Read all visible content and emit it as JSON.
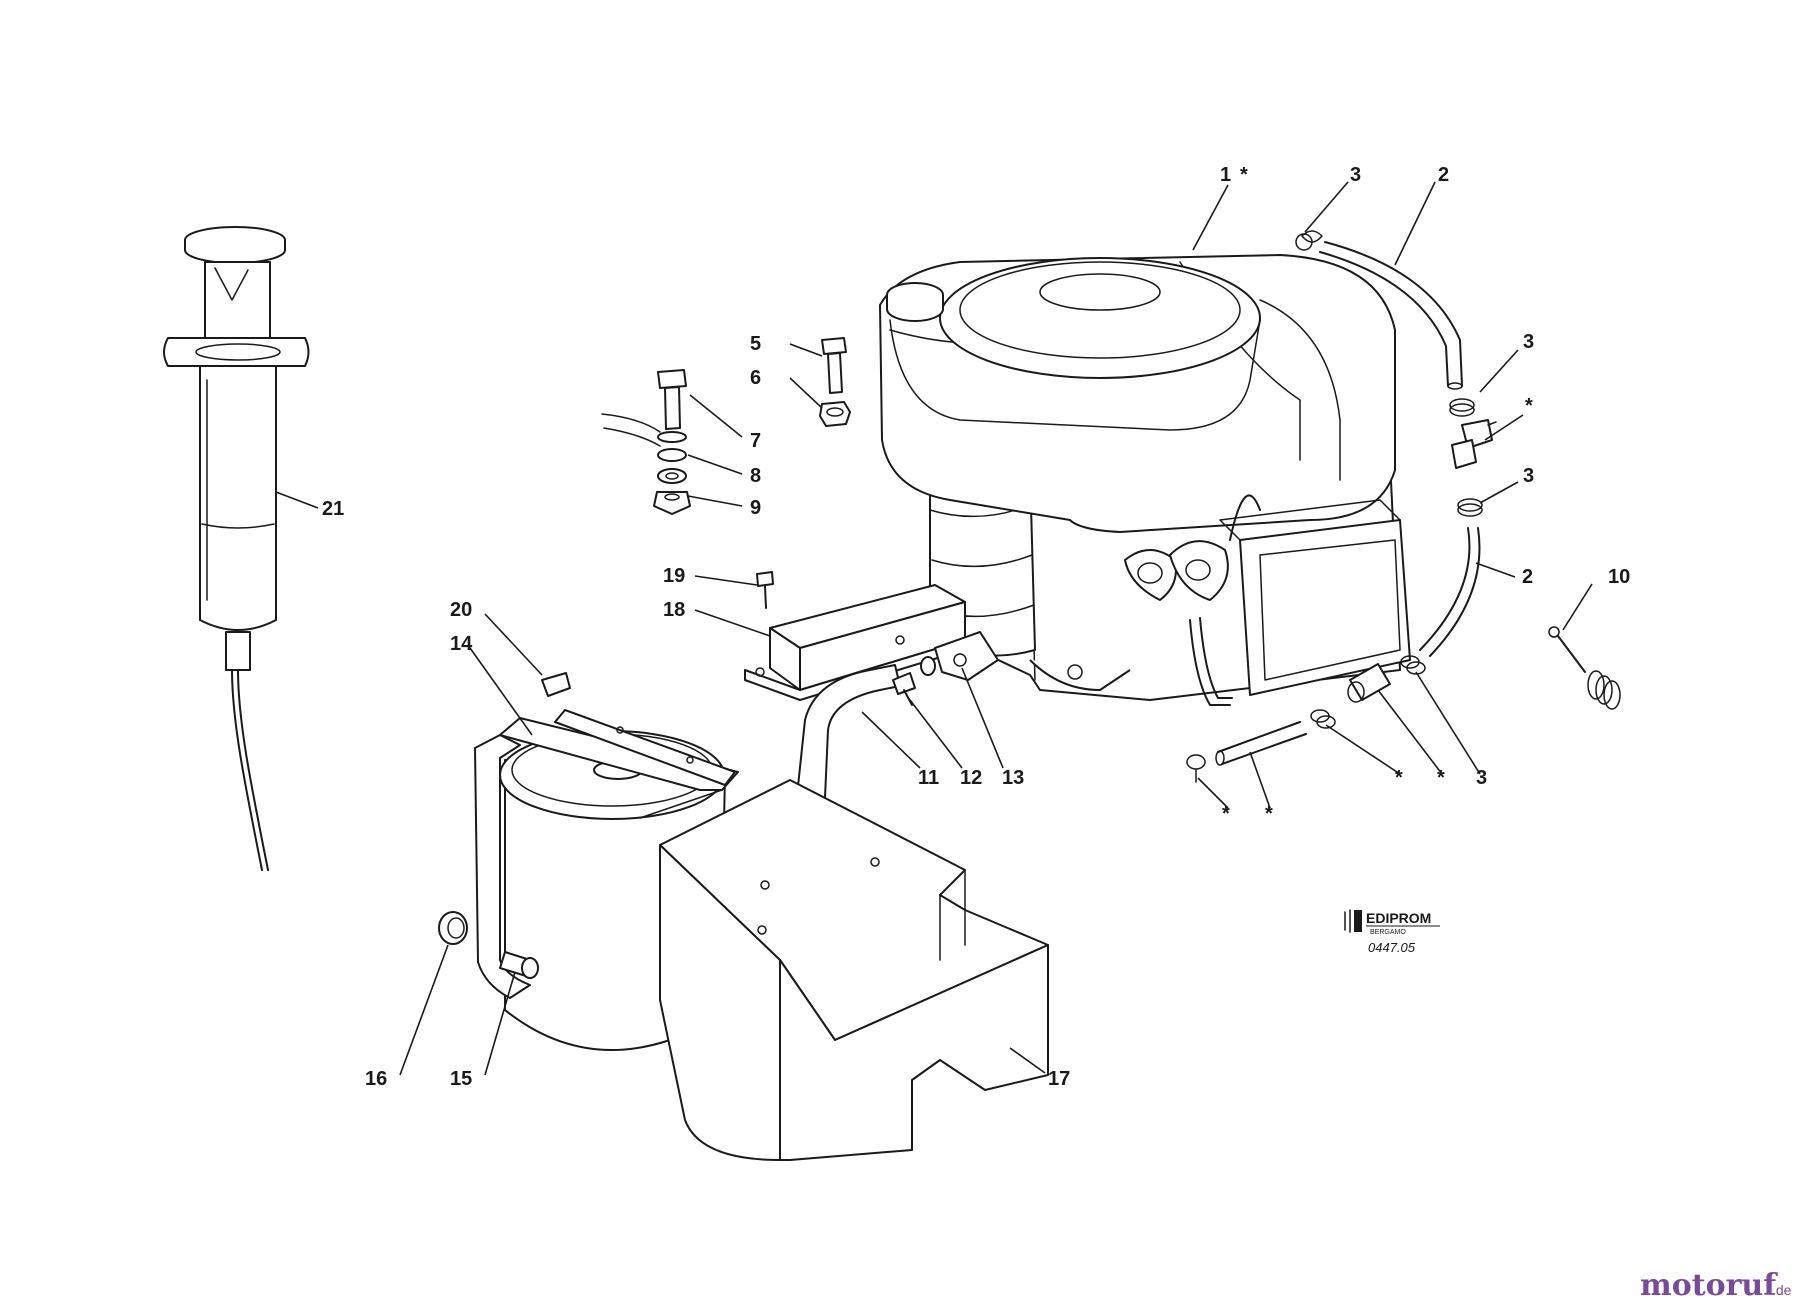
{
  "callouts": {
    "c1": "1",
    "c2a": "2",
    "c2b": "2",
    "c3a": "3",
    "c3b": "3",
    "c3c": "3",
    "c3d": "3",
    "c5": "5",
    "c6": "6",
    "c7": "7",
    "c8": "8",
    "c9": "9",
    "c10": "10",
    "c11": "11",
    "c12": "12",
    "c13": "13",
    "c14": "14",
    "c15": "15",
    "c16": "16",
    "c17": "17",
    "c18": "18",
    "c19": "19",
    "c20": "20",
    "c21": "21",
    "star": "*"
  },
  "stamp": {
    "brand": "EDIPROM",
    "city": "BERGAMO",
    "code": "0447.05"
  },
  "watermark": {
    "text_main": "motoruf",
    "text_suffix": ".de",
    "color_main": "#7a4a9a",
    "color_dot": "#e08a1e"
  }
}
